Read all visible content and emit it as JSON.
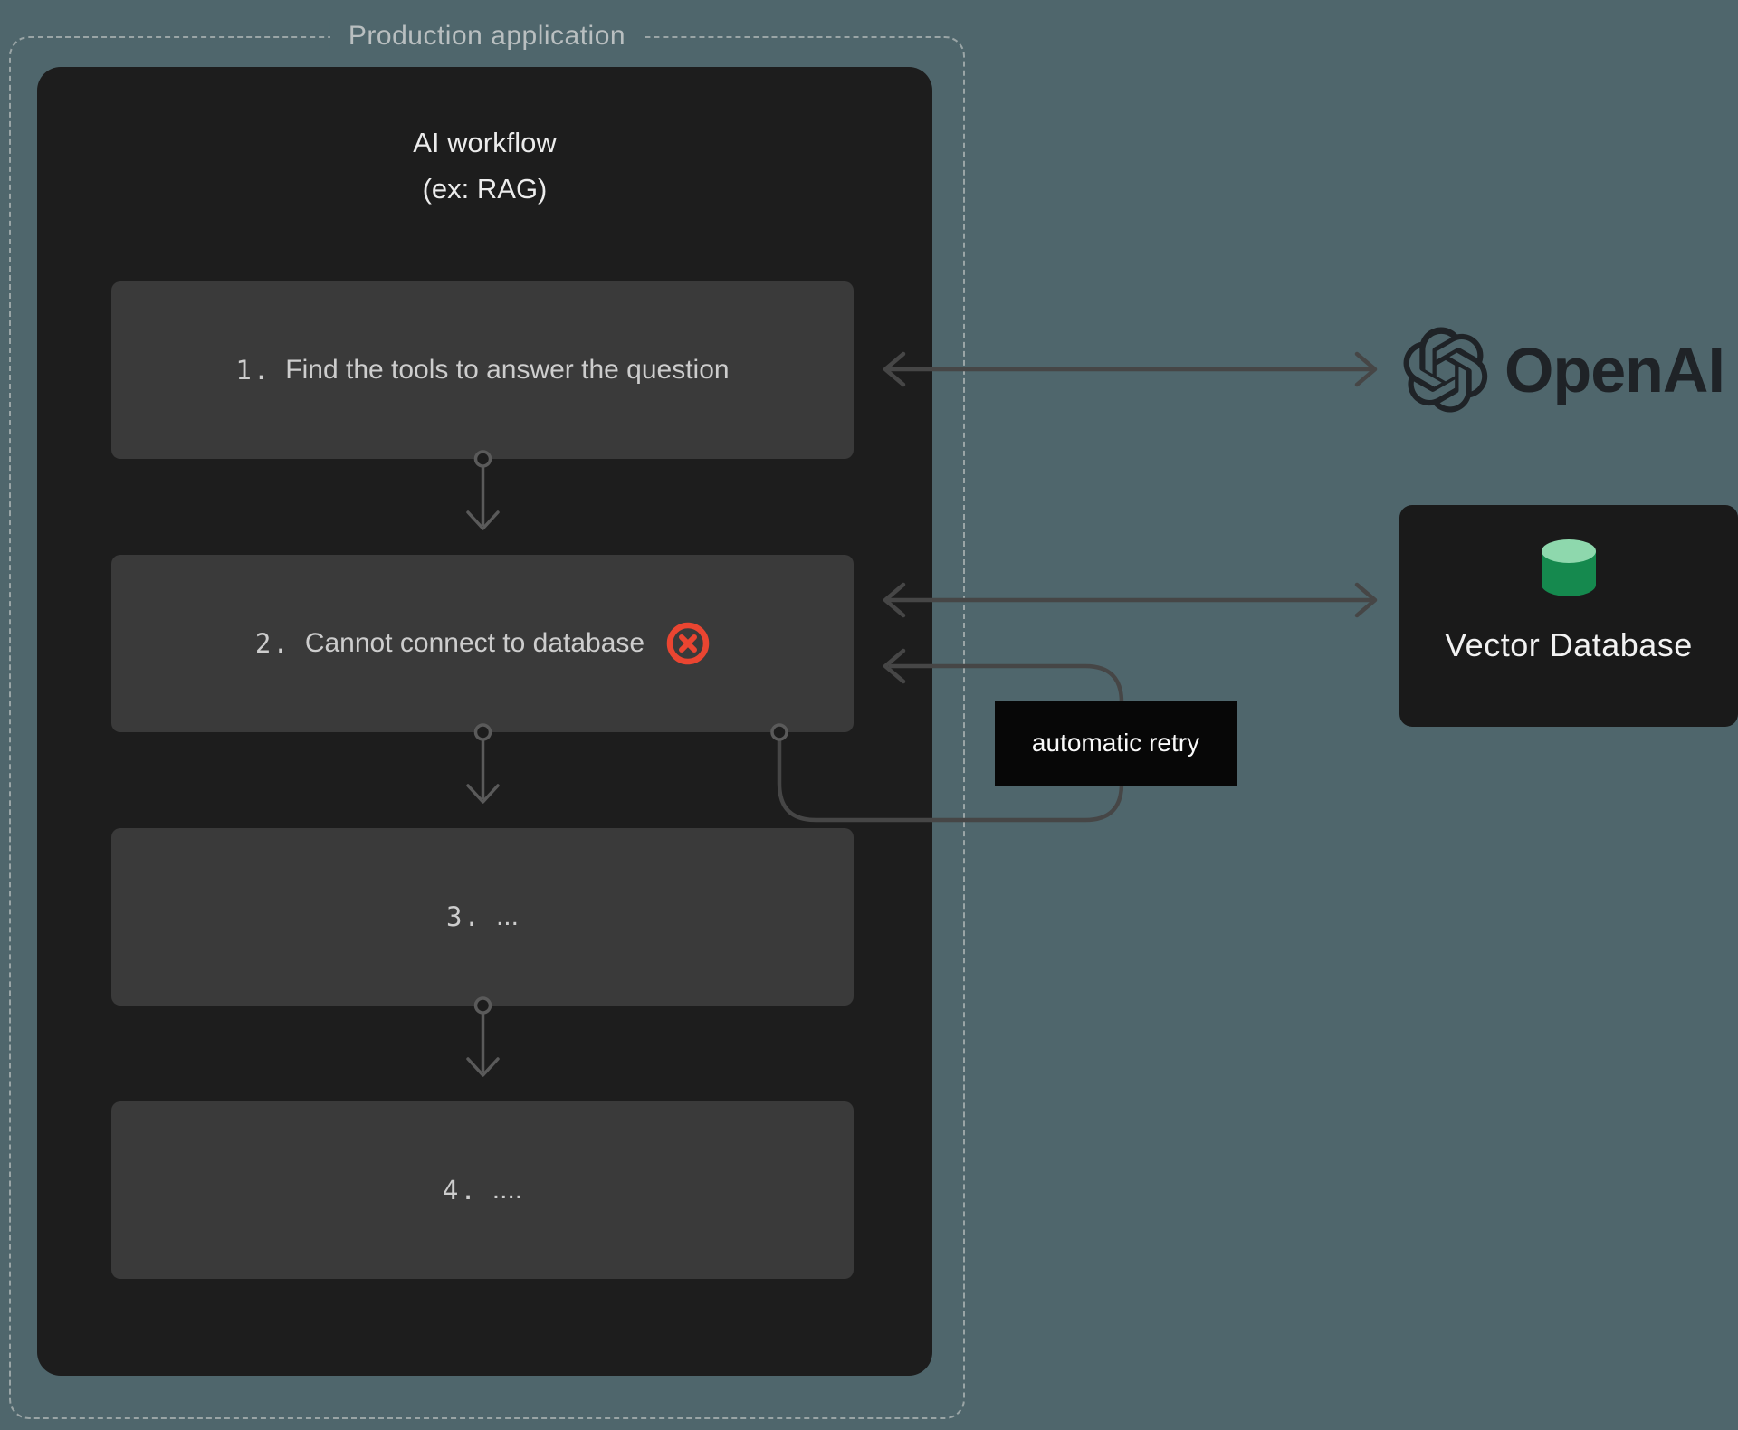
{
  "colors": {
    "page-bg": "#4f666c",
    "dashed-border": "#9aa5a6",
    "outer-label-text": "#b9bfc0",
    "panel-bg": "#1d1d1d",
    "step-bg": "#3a3a3a",
    "step-text": "#cdcdcd",
    "title-text": "#ececec",
    "connector-gray": "#5a5a5a",
    "arrow-gray": "#464646",
    "error-red": "#ea4531",
    "retry-bg": "#070707",
    "retry-text": "#fafafa",
    "vdb-bg": "#1a1a1a",
    "vdb-text": "#f2f2f2",
    "cylinder-top": "#8ed8ad",
    "cylinder-body": "#15894e",
    "openai-black": "#1f2327"
  },
  "production": {
    "label": "Production application"
  },
  "workflow": {
    "title": "AI workflow",
    "subtitle": "(ex: RAG)",
    "steps": [
      {
        "number": "1.",
        "text": "Find the tools to answer the question"
      },
      {
        "number": "2.",
        "text": "Cannot connect to database"
      },
      {
        "number": "3.",
        "text": "..."
      },
      {
        "number": "4.",
        "text": "...."
      }
    ]
  },
  "retry": {
    "label": "automatic retry"
  },
  "openai": {
    "wordmark": "OpenAI"
  },
  "vector_database": {
    "label": "Vector Database"
  }
}
